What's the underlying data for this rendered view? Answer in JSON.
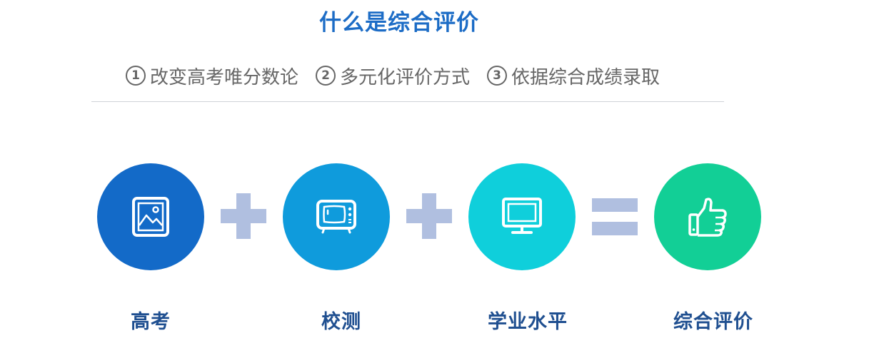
{
  "title": "什么是综合评价",
  "points": [
    {
      "num": "1",
      "text": "改变高考唯分数论"
    },
    {
      "num": "2",
      "text": "多元化评价方式"
    },
    {
      "num": "3",
      "text": "依据综合成绩录取"
    }
  ],
  "equation": {
    "items": [
      {
        "label": "高考",
        "icon": "picture-icon",
        "color": "#136ac8"
      },
      {
        "label": "校测",
        "icon": "tv-icon",
        "color": "#0f9bdc"
      },
      {
        "label": "学业水平",
        "icon": "monitor-icon",
        "color": "#0fcfdb"
      },
      {
        "label": "综合评价",
        "icon": "thumbs-up-icon",
        "color": "#12cf96"
      }
    ],
    "operators": [
      "plus",
      "plus",
      "equals"
    ],
    "operator_color": "#b0bfe0"
  },
  "colors": {
    "title": "#1c6cc6",
    "label": "#1f4f90",
    "point_text": "#666666"
  }
}
